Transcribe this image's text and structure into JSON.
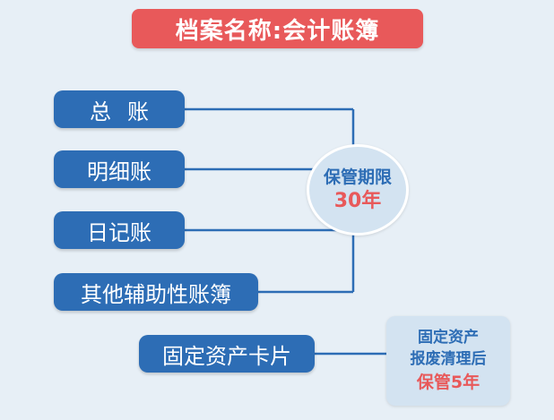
{
  "title": "档案名称:会计账簿",
  "ledgers": [
    {
      "label": "总账"
    },
    {
      "label": "明细账"
    },
    {
      "label": "日记账"
    },
    {
      "label": "其他辅助性账簿"
    }
  ],
  "retention_30": {
    "line1": "保管期限",
    "line2": "30年"
  },
  "asset_card": {
    "label": "固定资产卡片"
  },
  "retention_5": {
    "line1": "固定资产",
    "line2": "报废清理后",
    "line3": "保管5年"
  },
  "colors": {
    "title_bg": "#e8595a",
    "box_bg": "#2d6db5",
    "callout_bg": "#d3e3f1",
    "accent_red": "#e8595a",
    "background": "#e7eff6"
  }
}
